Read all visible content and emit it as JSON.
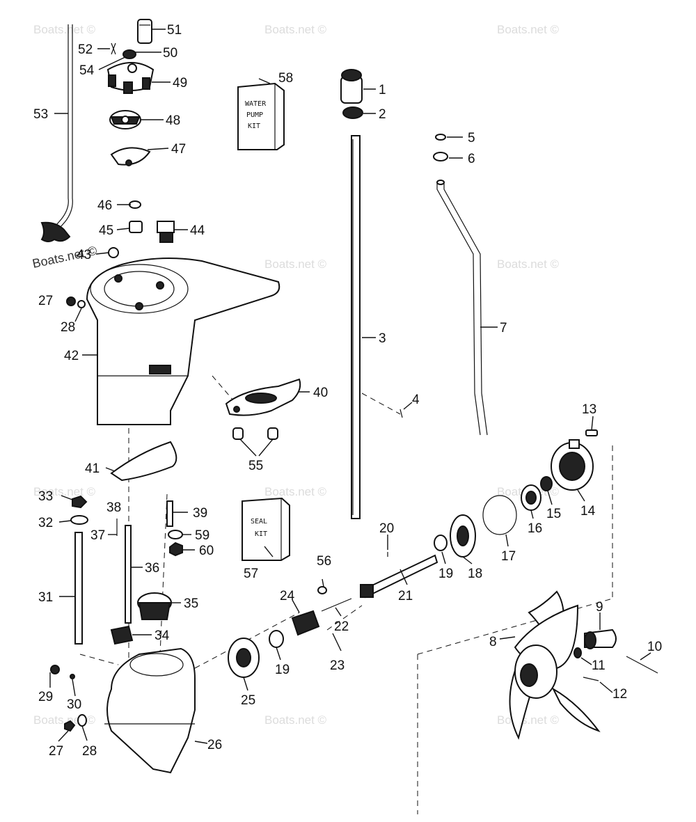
{
  "watermark": "Boats.net ©",
  "kits": {
    "water_pump": [
      "WATER",
      "PUMP",
      "KIT"
    ],
    "seal": [
      "SEAL",
      "KIT"
    ]
  },
  "callouts": {
    "p1": "1",
    "p2": "2",
    "p3": "3",
    "p4": "4",
    "p5": "5",
    "p6": "6",
    "p7": "7",
    "p8": "8",
    "p9": "9",
    "p10": "10",
    "p11": "11",
    "p12": "12",
    "p13": "13",
    "p14": "14",
    "p15": "15",
    "p16": "16",
    "p17": "17",
    "p18": "18",
    "p19a": "19",
    "p19b": "19",
    "p20": "20",
    "p21": "21",
    "p22": "22",
    "p23": "23",
    "p24": "24",
    "p25": "25",
    "p26": "26",
    "p27a": "27",
    "p27b": "27",
    "p28a": "28",
    "p28b": "28",
    "p29": "29",
    "p30": "30",
    "p31": "31",
    "p32": "32",
    "p33": "33",
    "p34": "34",
    "p35": "35",
    "p36": "36",
    "p37": "37",
    "p38": "38",
    "p39": "39",
    "p40": "40",
    "p41": "41",
    "p42": "42",
    "p43": "43",
    "p44": "44",
    "p45": "45",
    "p46": "46",
    "p47": "47",
    "p48": "48",
    "p49": "49",
    "p50": "50",
    "p51": "51",
    "p52": "52",
    "p53": "53",
    "p54": "54",
    "p55": "55",
    "p56": "56",
    "p57": "57",
    "p58": "58",
    "p59": "59",
    "p60": "60"
  }
}
